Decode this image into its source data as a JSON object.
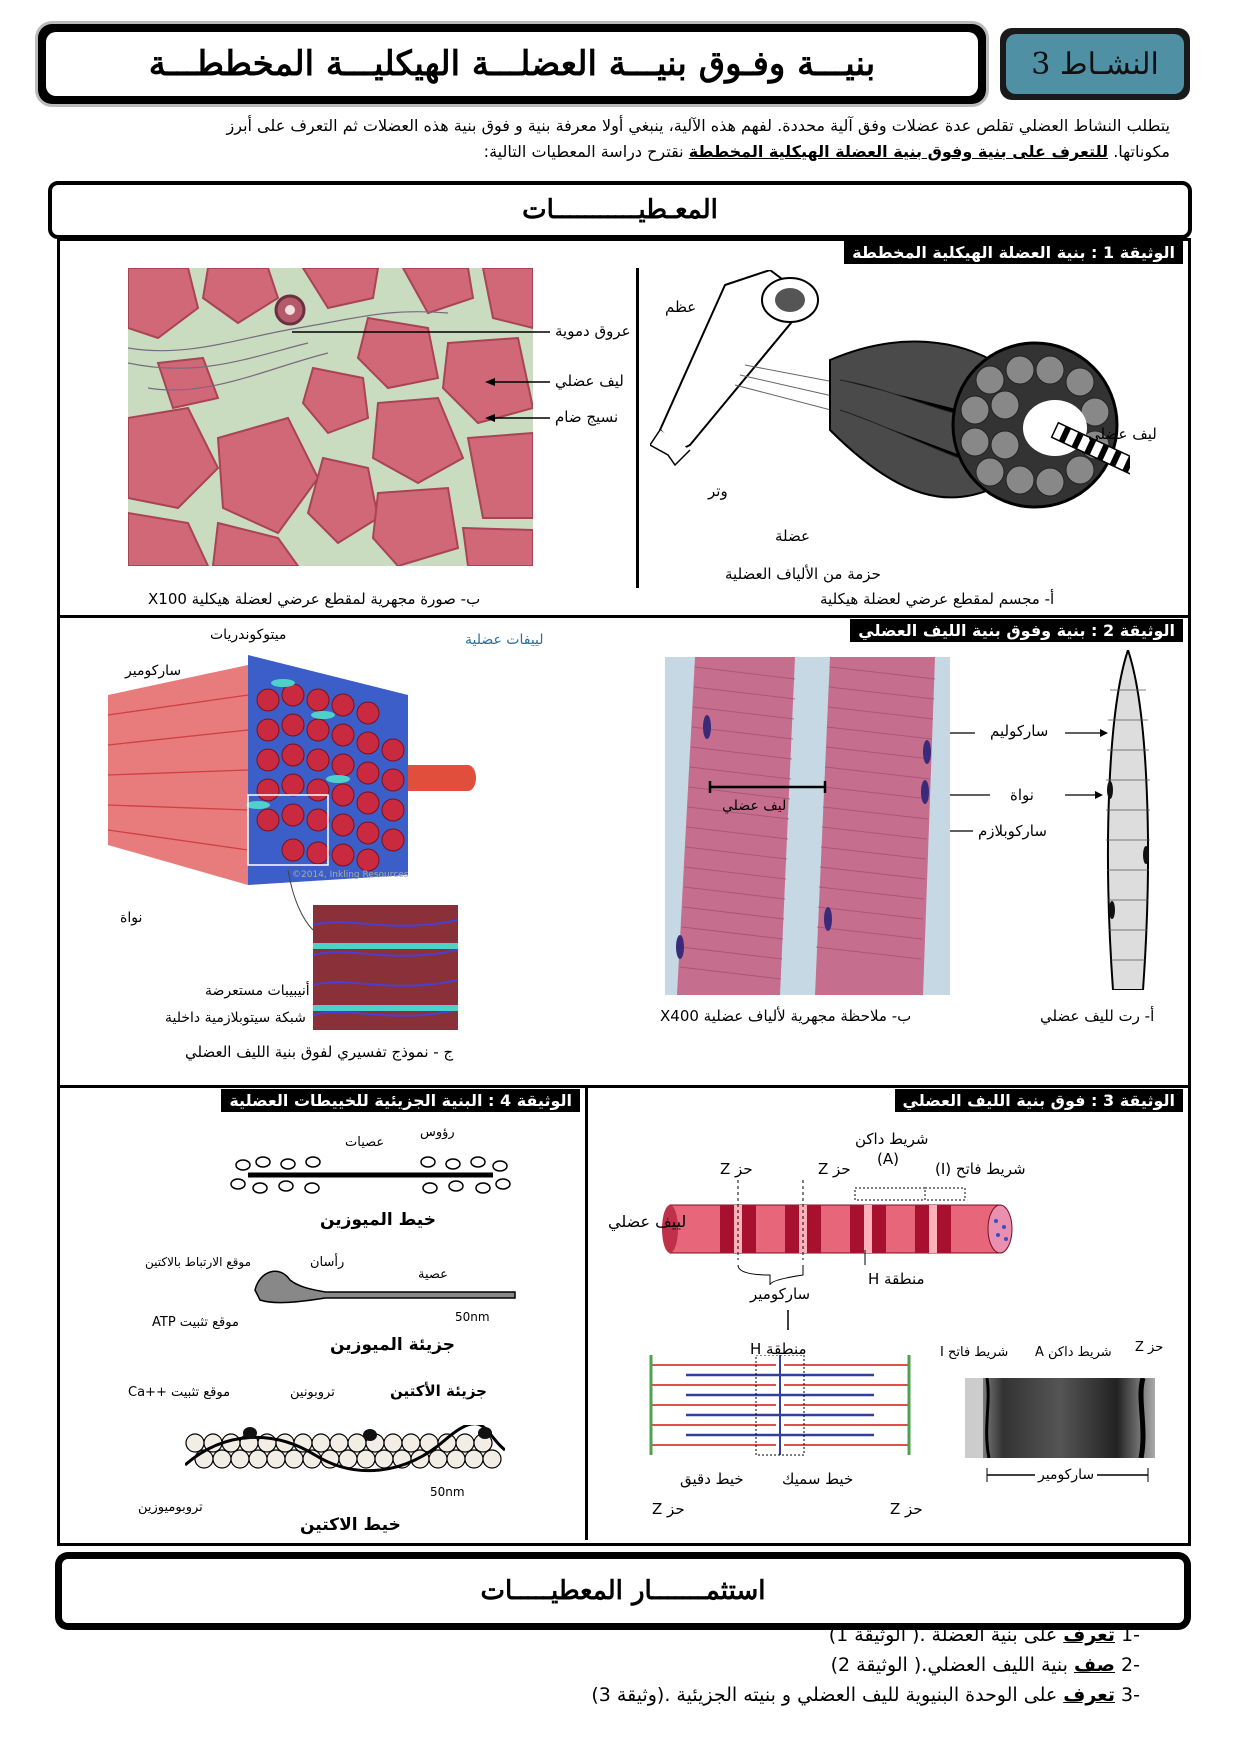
{
  "header": {
    "title": "بنيـــة وفـوق بنيـــة العضلـــة الهيكليـــة المخططـــة",
    "activity": "النشـاط 3"
  },
  "intro": {
    "line1": "يتطلب النشاط العضلي تقلص عدة عضلات وفق آلية محددة. لفهم هذه الآلية، ينبغي أولا معرفة بنية و فوق بنية هذه العضلات ثم التعرف على أبرز",
    "line2_a": "مكوناتها.",
    "line2_b": "للتعرف على بنية وفوق بنية العضلة الهيكلية المخططة",
    "line2_c": "نقترح دراسة المعطيات التالية:"
  },
  "sections": {
    "data_title": "المعـطيـــــــــــات",
    "exploit_title": "استثمـــــــار المعطيـــــات"
  },
  "doc1": {
    "title": "الوثيقة 1 : بنية العضلة الهيكلية المخططة",
    "a_labels": {
      "bone": "عظم",
      "tendon": "وتر",
      "muscle": "عضلة",
      "fascicle": "حزمة من الألياف العضلية",
      "fiber": "ليف عضلي"
    },
    "a_caption": "أ- مجسم لمقطع عرضي لعضلة هيكلية",
    "b_labels": {
      "vessels": "عروق دموية",
      "fiber": "ليف عضلي",
      "connective": "نسيج ضام"
    },
    "b_caption": "ب- صورة مجهرية لمقطع عرضي لعضلة هيكلية X100"
  },
  "doc2": {
    "title": "الوثيقة 2 : بنية وفوق بنية الليف العضلي",
    "a_labels": {
      "sarcolemma": "ساركوليم",
      "nucleus": "نواة",
      "sarcoplasm": "ساركوبلازم"
    },
    "a_caption": "أ- رت لليف عضلي",
    "b_label": "ليف عضلي",
    "b_caption": "ب- ملاحظة مجهرية لألياف عضلية X400",
    "c_labels": {
      "mito": "ميتوكوندريات",
      "myofibrils": "لييفات عضلية",
      "sarcomere": "ساركومير",
      "nucleus": "نواة",
      "ttubules": "أنيبيبات مستعرضة",
      "sr": "شبكة سيتوبلازمية داخلية",
      "watermark": "©2014, Inkling Resources"
    },
    "c_caption": "ج - نموذج تفسيري لفوق بنية الليف العضلي"
  },
  "doc3": {
    "title": "الوثيقة 3 : فوق بنية الليف العضلي",
    "labels": {
      "dark_band": "شريط داكن",
      "dark_band_code": "(A)",
      "light_band": "شريط فاتح (I)",
      "z1": "حز Z",
      "z2": "حز Z",
      "myofibril": "لييف عضلي",
      "sarcomere": "ساركومير",
      "h_zone": "منطقة H",
      "h_zone2": "منطقة H",
      "thin": "خيط دقيق",
      "thick": "خيط سميك",
      "z3": "حز Z",
      "z4": "حز Z",
      "em_i": "شريط فاتح I",
      "em_a": "شريط داكن A",
      "em_z": "حز Z",
      "em_sarcomere": "ساركومير"
    }
  },
  "doc4": {
    "title": "الوثيقة 4 : البنية الجزيئية للخييطات العضلية",
    "labels": {
      "heads": "رؤوس",
      "rods": "عصيات",
      "myosin_filament": "خيط الميوزين",
      "actin_site": "موقع الارتباط بالاكتين",
      "two_heads": "رأسان",
      "rod": "عصية",
      "atp_site": "موقع تثبيت ATP",
      "scale1": "50nm",
      "myosin_molecule": "جزيئة الميوزين",
      "ca_site": "موقع تثبيت ++Ca",
      "troponin": "تروبونين",
      "actin_molecule": "جزيئة الأكتين",
      "tropomyosin": "تروبوميوزين",
      "scale2": "50nm",
      "actin_filament": "خيط الاكتين"
    }
  },
  "questions": [
    {
      "num": "-1",
      "key": "تعرف",
      "text": "على بنية العضلة .( الوثيقة 1)"
    },
    {
      "num": "-2",
      "key": "صف",
      "text": "بنية الليف العضلي.( الوثيقة 2)"
    },
    {
      "num": "-3",
      "key": "تعرف",
      "text": "على الوحدة البنيوية لليف العضلي و بنيته الجزيئية .(وثيقة 3)"
    }
  ],
  "colors": {
    "activity_bg": "#4f90a5",
    "muscle_red": "#c8324a",
    "tissue_pink": "#d06878",
    "connective_green": "#c9dcc0"
  }
}
